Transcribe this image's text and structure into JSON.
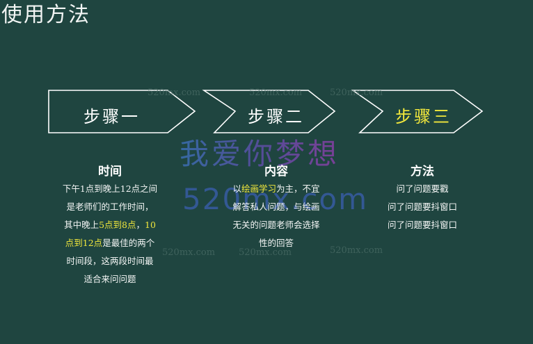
{
  "slide": {
    "title": "使用方法"
  },
  "steps": [
    {
      "label": "步骤一",
      "color": "#ffffff"
    },
    {
      "label": "步骤二",
      "color": "#ffffff"
    },
    {
      "label": "步骤三",
      "color": "#f1e73c"
    }
  ],
  "columns": [
    {
      "title": "时间",
      "lines": [
        [
          {
            "t": "下午1点到晚上12点之间"
          }
        ],
        [
          {
            "t": "是老师们的工作时间，"
          }
        ],
        [
          {
            "t": "其中晚上"
          },
          {
            "t": "5点到8点",
            "hl": true
          },
          {
            "t": "，"
          },
          {
            "t": "10",
            "hl": true
          }
        ],
        [
          {
            "t": "点到12点",
            "hl": true
          },
          {
            "t": "是最佳的两个"
          }
        ],
        [
          {
            "t": "时间段，这两段时间最"
          }
        ],
        [
          {
            "t": "适合来问问题"
          }
        ]
      ]
    },
    {
      "title": "内容",
      "lines": [
        [
          {
            "t": "以"
          },
          {
            "t": "绘画学习",
            "hl": true
          },
          {
            "t": "为主，不宜"
          }
        ],
        [
          {
            "t": "解答私人问题，与绘画"
          }
        ],
        [
          {
            "t": "无关的问题老师会选择"
          }
        ],
        [
          {
            "t": "性的回答"
          }
        ]
      ]
    },
    {
      "title": "方法",
      "lines": [
        [
          {
            "t": "问了问题要戳"
          }
        ],
        [
          {
            "t": "问了问题要抖窗口"
          }
        ],
        [
          {
            "t": "问了问题要抖窗口"
          }
        ]
      ]
    }
  ],
  "watermark": {
    "cn": "我爱你梦想",
    "en": "520mx.com",
    "faint": "520mx.com"
  },
  "colors": {
    "background": "#1f4540",
    "highlight": "#f1e73c",
    "outline": "#ffffff"
  }
}
